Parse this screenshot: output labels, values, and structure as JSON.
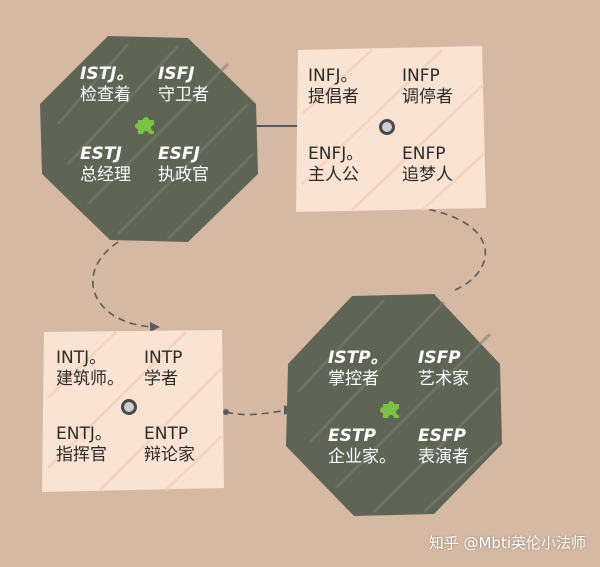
{
  "panels": [
    {
      "id": "sj",
      "theme": "dark",
      "cells": [
        {
          "code": "ISTJ。",
          "name": "检查着"
        },
        {
          "code": "ISFJ",
          "name": "守卫者"
        },
        {
          "code": "ESTJ",
          "name": "总经理"
        },
        {
          "code": "ESFJ",
          "name": "执政官"
        }
      ],
      "center_icon": "puzzle-icon"
    },
    {
      "id": "nf",
      "theme": "light",
      "cells": [
        {
          "code": "INFJ。",
          "name": "提倡者"
        },
        {
          "code": "INFP",
          "name": "调停者"
        },
        {
          "code": "ENFJ。",
          "name": "主人公"
        },
        {
          "code": "ENFP",
          "name": "追梦人"
        }
      ],
      "center_icon": "button-icon"
    },
    {
      "id": "nt",
      "theme": "light",
      "cells": [
        {
          "code": "INTJ。",
          "name": "建筑师。"
        },
        {
          "code": "INTP",
          "name": "学者"
        },
        {
          "code": "ENTJ。",
          "name": "指挥官"
        },
        {
          "code": "ENTP",
          "name": "辩论家"
        }
      ],
      "center_icon": "button-icon"
    },
    {
      "id": "sp",
      "theme": "dark",
      "cells": [
        {
          "code": "ISTP。",
          "name": "掌控者"
        },
        {
          "code": "ISFP",
          "name": "艺术家"
        },
        {
          "code": "ESTP",
          "name": "企业家。"
        },
        {
          "code": "ESFP",
          "name": "表演者"
        }
      ],
      "center_icon": "puzzle-icon"
    }
  ],
  "colors": {
    "background": "#d6b9a4",
    "dark_panel": "#5f6455",
    "light_panel": "#fbe3d3",
    "puzzle": "#7cc242",
    "connector": "#5a5a5a"
  },
  "watermark": "知乎 @Mbti英伦小法师"
}
